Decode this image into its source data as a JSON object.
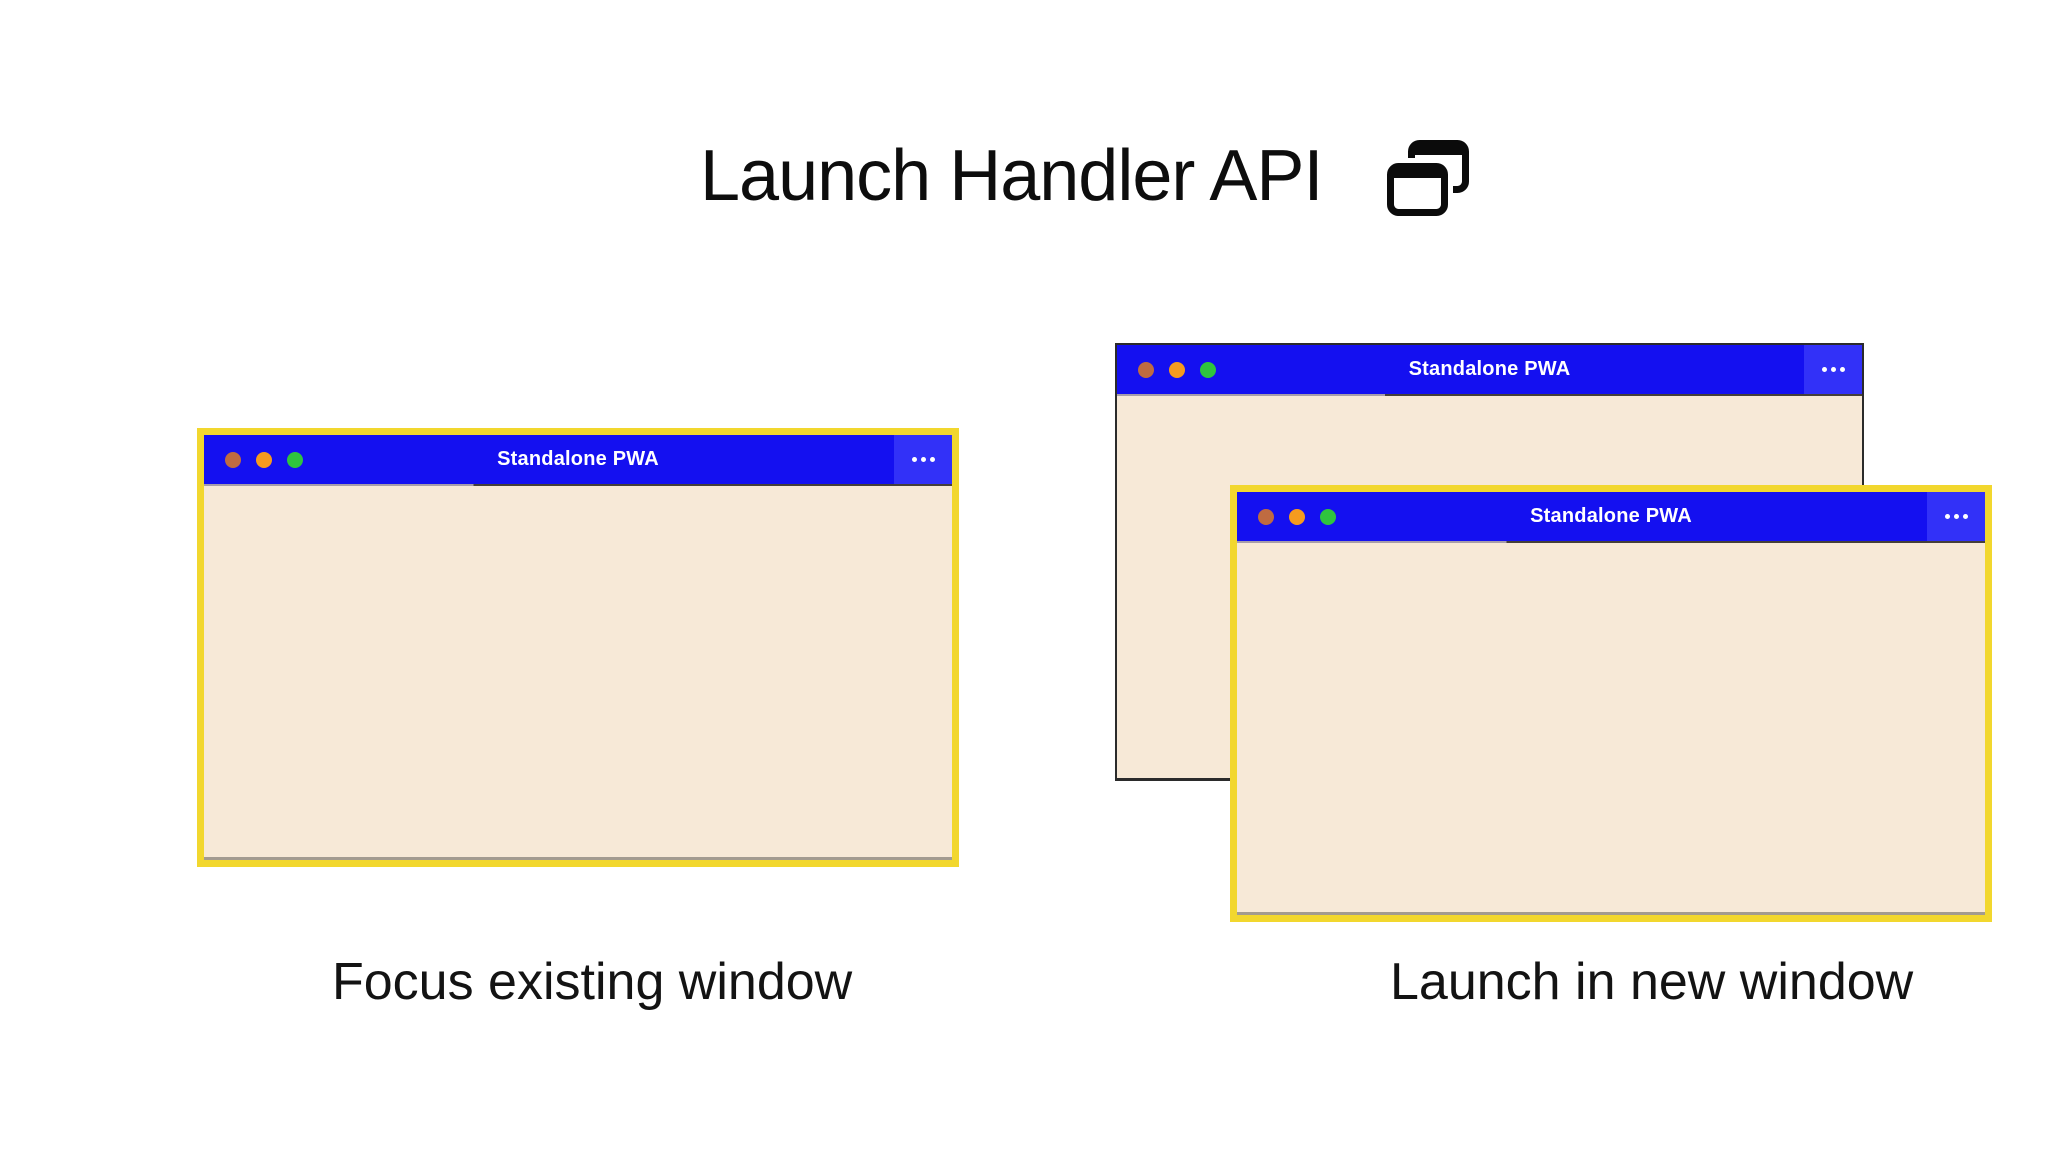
{
  "header": {
    "title": "Launch Handler API",
    "icon": "overlapping-windows-icon"
  },
  "pwa_window": {
    "title": "Standalone PWA",
    "menu": "ellipsis-menu",
    "traffic_lights": [
      "close",
      "minimize",
      "zoom"
    ]
  },
  "panels": [
    {
      "caption": "Focus existing window"
    },
    {
      "caption": "Launch in new window"
    }
  ],
  "colors": {
    "titlebar_blue": "#1410f0",
    "menu_button_blue": "#3231f8",
    "window_content_beige": "#f7e9d7",
    "highlight_yellow": "#f2d72e",
    "back_window_border": "#2b2b2b",
    "dot_close": "#bf6b41",
    "dot_minimize": "#f69b1e",
    "dot_zoom": "#2fc43e",
    "titlebar_text": "#ffffff",
    "heading_text": "#0d0d0d"
  }
}
